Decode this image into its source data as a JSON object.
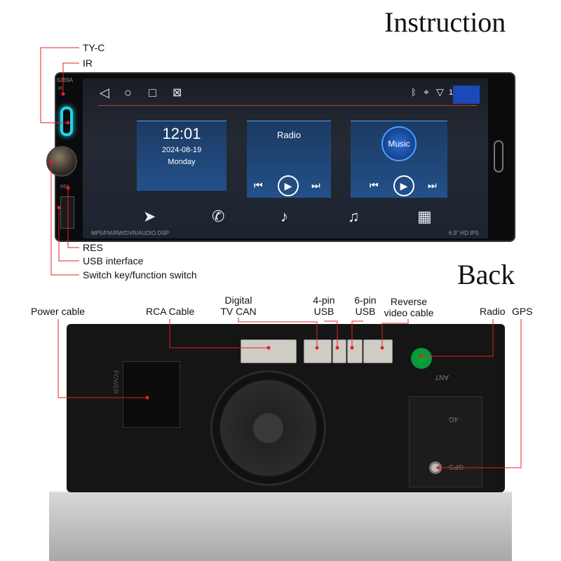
{
  "titles": {
    "instruction": "Instruction",
    "back": "Back"
  },
  "front_labels": {
    "tyc": "TY-C",
    "ir": "IR",
    "res": "RES",
    "usb": "USB interface",
    "switch": "Switch key/function switch"
  },
  "device": {
    "model": "6289A",
    "ir_mark": "IR",
    "res_mark": "RES",
    "footer_left": "MP5/FM/RW/DVR/AUDIO DSP",
    "footer_right": "6.9\" HD IPS"
  },
  "screen": {
    "time": "12:01",
    "date": "2024-08-19",
    "day": "Monday",
    "radio": "Radio",
    "music": "Music",
    "status_time": "1"
  },
  "icons": {
    "nav": [
      "back-icon",
      "home-icon",
      "recents-icon",
      "screencast-icon"
    ],
    "status": [
      "bluetooth-icon",
      "location-icon",
      "wifi-icon"
    ],
    "dock": [
      "navigation-icon",
      "phone-icon",
      "bluetooth-music-icon",
      "music-note-icon",
      "apps-icon"
    ]
  },
  "back_labels": {
    "power": "Power cable",
    "rca": "RCA Cable",
    "dtv_1": "Digital",
    "dtv_2": "TV CAN",
    "usb4_1": "4-pin",
    "usb4_2": "USB",
    "usb6_1": "6-pin",
    "usb6_2": "USB",
    "rev_1": "Reverse",
    "rev_2": "video cable",
    "radio": "Radio",
    "gps": "GPS"
  },
  "back_marks": {
    "power": "POWER",
    "ant": "ANT",
    "g4": "4G",
    "gps": "GPS"
  },
  "colors": {
    "callout": "#e3202a",
    "accent": "#22d3e6"
  }
}
